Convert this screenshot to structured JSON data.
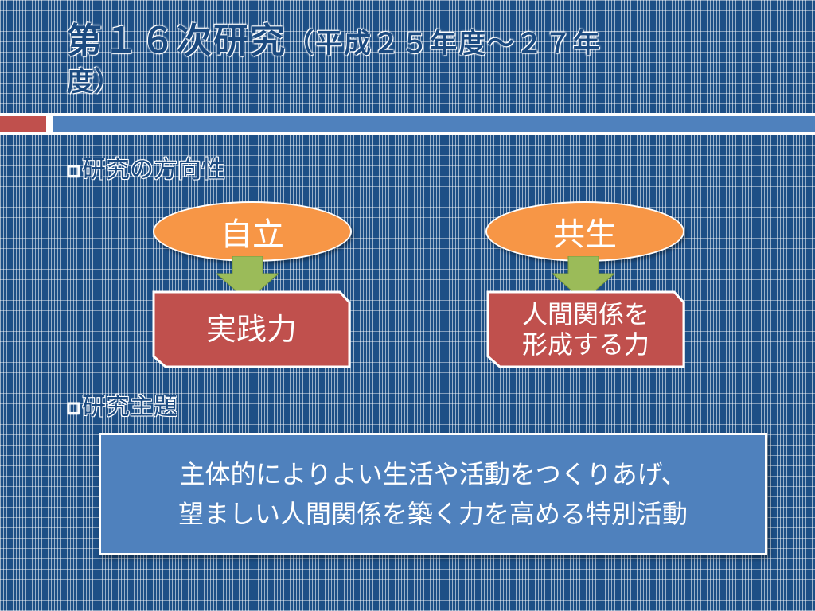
{
  "slide": {
    "title_main": "第１６次研究",
    "title_sub": "（平成２５年度～２７年",
    "title_cont": "度）"
  },
  "direction": {
    "heading_bullet": "□",
    "heading": "研究の方向性",
    "left": {
      "oval": "自立",
      "result": "実践力"
    },
    "right": {
      "oval": "共生",
      "result_line1": "人間関係を",
      "result_line2": "形成する力"
    }
  },
  "theme": {
    "heading_bullet": "□",
    "heading": "研究主題",
    "line1": "主体的によりよい生活や活動をつくりあげ、",
    "line2": "望ましい人間関係を築く力を高める特別活動"
  },
  "colors": {
    "background": "#1d4f86",
    "oval": "#f79646",
    "result_box": "#c0504d",
    "arrow": "#9bbb59",
    "theme_box": "#4f81bd",
    "accent_red": "#c0504d",
    "accent_blue": "#4f81bd"
  }
}
